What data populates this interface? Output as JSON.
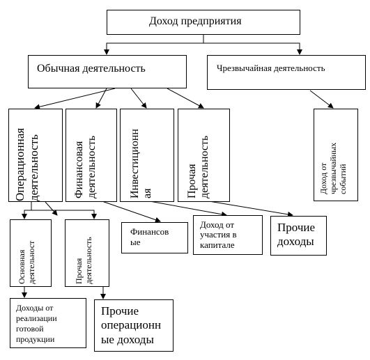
{
  "diagram": {
    "root": "Доход предприятия",
    "ordinary": "Обычная деятельность",
    "extraordinary": "Чрезвычайная деятельность",
    "operational": "Операционная\nдеятельность",
    "financial": "Финансовая\nдеятельность",
    "investment": "Инвестиционн\nая",
    "other_activity": "Прочая\nдеятельность",
    "extraordinary_income": "Доход от\nчрезвычайных\nсобытий",
    "main_activity": "Основная\nдеятельност",
    "other_activity_small": "Прочая\nдеятельность",
    "financial_income": "Финансов\nые",
    "capital_income": "Доход от\nучастия в\nкапитале",
    "other_income": "Прочие\nдоходы",
    "sales_income": "Доходы от\nреализации\nготовой\nпродукции",
    "other_operating_income": "Прочие\nоперационн\nые доходы"
  }
}
